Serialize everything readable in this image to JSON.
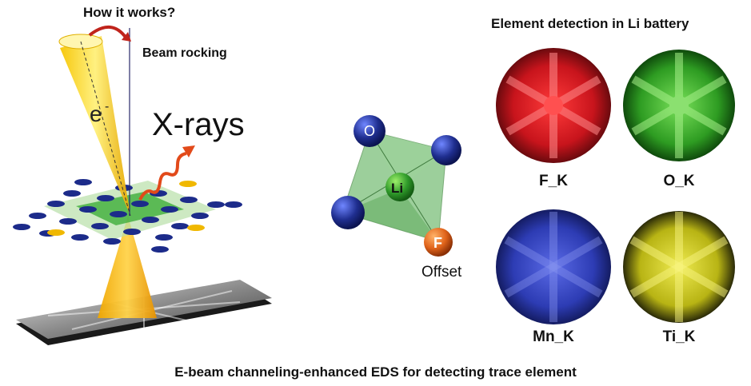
{
  "left_panel": {
    "title": "How it works?",
    "beam_label": "Beam rocking",
    "electron_label": "e",
    "electron_superscript": "-",
    "xrays_label": "X-rays"
  },
  "molecule": {
    "atoms": [
      {
        "label": "O",
        "color": "#1f2e8f"
      },
      {
        "label": "Li",
        "color": "#2f9a2a"
      },
      {
        "label": "F",
        "color": "#e0631a"
      }
    ],
    "offset_label": "Offset"
  },
  "right_panel": {
    "title": "Element detection in Li battery",
    "maps": [
      {
        "label": "F_K",
        "color": "#c8141c"
      },
      {
        "label": "O_K",
        "color": "#2e9c22"
      },
      {
        "label": "Mn_K",
        "color": "#2d3cb4"
      },
      {
        "label": "Ti_K",
        "color": "#b8b414"
      }
    ]
  },
  "caption": "E-beam channeling-enhanced EDS for detecting trace element"
}
